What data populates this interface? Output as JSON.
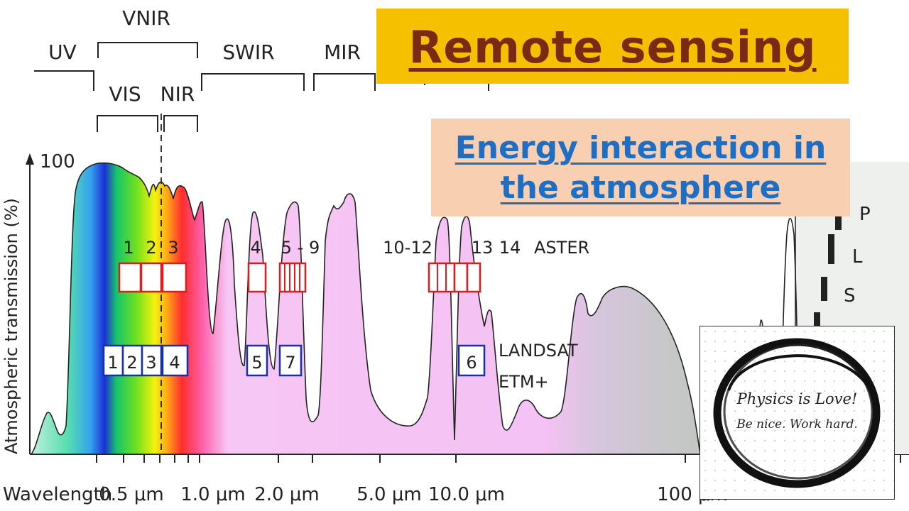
{
  "banner": {
    "title": "Remote sensing",
    "subtitle_line1": "Energy interaction in",
    "subtitle_line2": "the atmosphere"
  },
  "logo": {
    "line1": "Physics is Love!",
    "line2": "Be nice. Work hard."
  },
  "diagram": {
    "y_axis_label": "Atmospheric transmission (%)",
    "y_max_label": "100",
    "regions": {
      "uv": "UV",
      "vnir": "VNIR",
      "vis": "VIS",
      "nir": "NIR",
      "swir": "SWIR",
      "mir": "MIR"
    },
    "wavelength_label": "Wavelength",
    "wavelength_ticks": [
      "0.5 μm",
      "1.0 μm",
      "2.0 μm",
      "5.0 μm",
      "10.0 μm",
      "100 μm"
    ],
    "aster": {
      "label": "ASTER",
      "band_labels": [
        "1",
        "2",
        "3",
        "4",
        "5 - 9",
        "10-12",
        "13",
        "14"
      ]
    },
    "landsat": {
      "label_line1": "LANDSAT",
      "label_line2": "ETM+",
      "bands": [
        "1",
        "2",
        "3",
        "4",
        "5",
        "7",
        "6"
      ]
    },
    "right_panel_letters": [
      "P",
      "L",
      "S"
    ]
  },
  "colors": {
    "banner": "#f5c000",
    "title_text": "#7a2a12",
    "sub_banner": "#f8cfb0",
    "sub_text": "#1e6fc4",
    "aster_box": "#e01b1b",
    "landsat_box": "#1530a8",
    "curve_fill": "#f4c2f4"
  }
}
